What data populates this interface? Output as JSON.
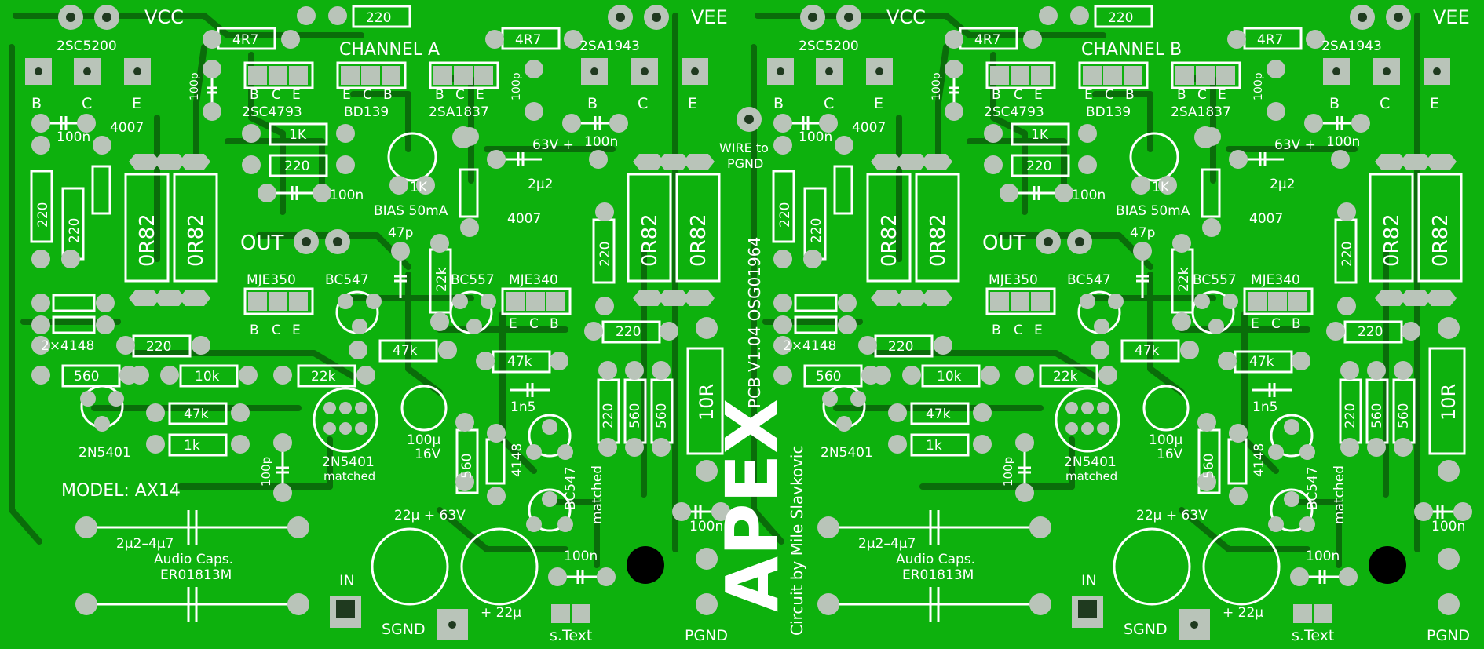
{
  "channels": [
    {
      "id": "A",
      "title": "CHANNEL A",
      "texts": {
        "vcc": "VCC",
        "vee": "VEE",
        "q_npn_out": "2SC5200",
        "q_pnp_out": "2SA1943",
        "q_drv_n": "2SC4793",
        "q_vbe": "BD139",
        "q_drv_p": "2SA1837",
        "r_4r7_a": "4R7",
        "r_4r7_b": "4R7",
        "r_220_top": "220",
        "c_100p_a": "100p",
        "c_100n_a": "100n",
        "c_100n_b": "100n",
        "c_100n_c": "100n",
        "c_100n_d": "100n",
        "c_100n_e": "100n",
        "d_4007_a": "4007",
        "d_4007_b": "4007",
        "r_1k": "1K",
        "r_220_mid": "220",
        "pot_1k": "1K",
        "bias": "BIAS 50mA",
        "cap_63v": "63V +",
        "c_2u2": "2μ2",
        "r_0r82_a": "0R82",
        "r_0r82_b": "0R82",
        "r_0r82_c": "0R82",
        "r_0r82_d": "0R82",
        "r_220_l1": "220",
        "r_220_l2": "220",
        "r_220_r": "220",
        "out": "OUT",
        "c_47p": "47p",
        "r_22k_v": "22k",
        "q_mje350": "MJE350",
        "q_bc547_a": "BC547",
        "q_bc557": "BC557",
        "q_mje340": "MJE340",
        "d_2x4148": "2×4148",
        "r_220_c": "220",
        "r_47k_a": "47k",
        "r_47k_b": "47k",
        "r_560_h": "560",
        "r_10k": "10k",
        "r_22k_h": "22k",
        "c_1n5": "1n5",
        "r_220_v": "220",
        "r_560_v1": "560",
        "r_560_v2": "560",
        "r_560_v3": "560",
        "r_10r": "10R",
        "r_47k_c": "47k",
        "r_1k_b": "1k",
        "q_2n5401_a": "2N5401",
        "q_2n5401_b": "2N5401",
        "matched_a": "matched",
        "c_100u": "100μ",
        "v_16v": "16V",
        "d_4148": "4148",
        "q_bc547_b": "BC547",
        "matched_b": "matched",
        "c_100p_b": "100p",
        "model": "MODEL: AX14",
        "c_2u2_4u7": "2μ2–4μ7",
        "audio_caps": "Audio Caps.",
        "er": "ER01813M",
        "c_22u_a": "22μ + 63V",
        "c_22u_b": "+ 22μ",
        "in": "IN",
        "sgnd": "SGND",
        "stext": "s.Text",
        "pgnd": "PGND",
        "b": "B",
        "c": "C",
        "e": "E"
      }
    },
    {
      "id": "B",
      "title": "CHANNEL B",
      "texts": {
        "vcc": "VCC",
        "vee": "VEE",
        "q_npn_out": "2SC5200",
        "q_pnp_out": "2SA1943",
        "q_drv_n": "2SC4793",
        "q_vbe": "BD139",
        "q_drv_p": "2SA1837",
        "r_4r7_a": "4R7",
        "r_4r7_b": "4R7",
        "r_220_top": "220",
        "c_100p_a": "100p",
        "c_100n_a": "100n",
        "c_100n_b": "100n",
        "c_100n_c": "100n",
        "c_100n_d": "100n",
        "c_100n_e": "100n",
        "d_4007_a": "4007",
        "d_4007_b": "4007",
        "r_1k": "1K",
        "r_220_mid": "220",
        "pot_1k": "1K",
        "bias": "BIAS 50mA",
        "cap_63v": "63V +",
        "c_2u2": "2μ2",
        "r_0r82_a": "0R82",
        "r_0r82_b": "0R82",
        "r_0r82_c": "0R82",
        "r_0r82_d": "0R82",
        "r_220_l1": "220",
        "r_220_l2": "220",
        "r_220_r": "220",
        "out": "OUT",
        "c_47p": "47p",
        "r_22k_v": "22k",
        "q_mje350": "MJE350",
        "q_bc547_a": "BC547",
        "q_bc557": "BC557",
        "q_mje340": "MJE340",
        "d_2x4148": "2×4148",
        "r_220_c": "220",
        "r_47k_a": "47k",
        "r_47k_b": "47k",
        "r_560_h": "560",
        "r_10k": "10k",
        "r_22k_h": "22k",
        "c_1n5": "1n5",
        "r_220_v": "220",
        "r_560_v1": "560",
        "r_560_v2": "560",
        "r_560_v3": "560",
        "r_10r": "10R",
        "r_47k_c": "47k",
        "r_1k_b": "1k",
        "q_2n5401_a": "2N5401",
        "q_2n5401_b": "2N5401",
        "matched_a": "matched",
        "c_100u": "100μ",
        "v_16v": "16V",
        "d_4148": "4148",
        "q_bc547_b": "BC547",
        "matched_b": "matched",
        "c_100p_b": "100p",
        "model": "",
        "c_2u2_4u7": "2μ2–4μ7",
        "audio_caps": "Audio Caps.",
        "er": "ER01813M",
        "c_22u_a": "22μ + 63V",
        "c_22u_b": "+ 22μ",
        "in": "IN",
        "sgnd": "SGND",
        "stext": "s.Text",
        "pgnd": "PGND",
        "b": "B",
        "c": "C",
        "e": "E"
      }
    }
  ],
  "center": {
    "wire_label_1": "WIRE to",
    "wire_label_2": "PGND",
    "pcb_version": "PCB V1.04 OSG01964",
    "credit": "Circuit by Mile Slavkovic",
    "logo_text": "APEX"
  },
  "colors": {
    "board": "#0db10d",
    "copper": "#0a6d0a",
    "silk": "#ffffff",
    "pad": "#b9c4b9",
    "drill": "#1f3a1f"
  }
}
